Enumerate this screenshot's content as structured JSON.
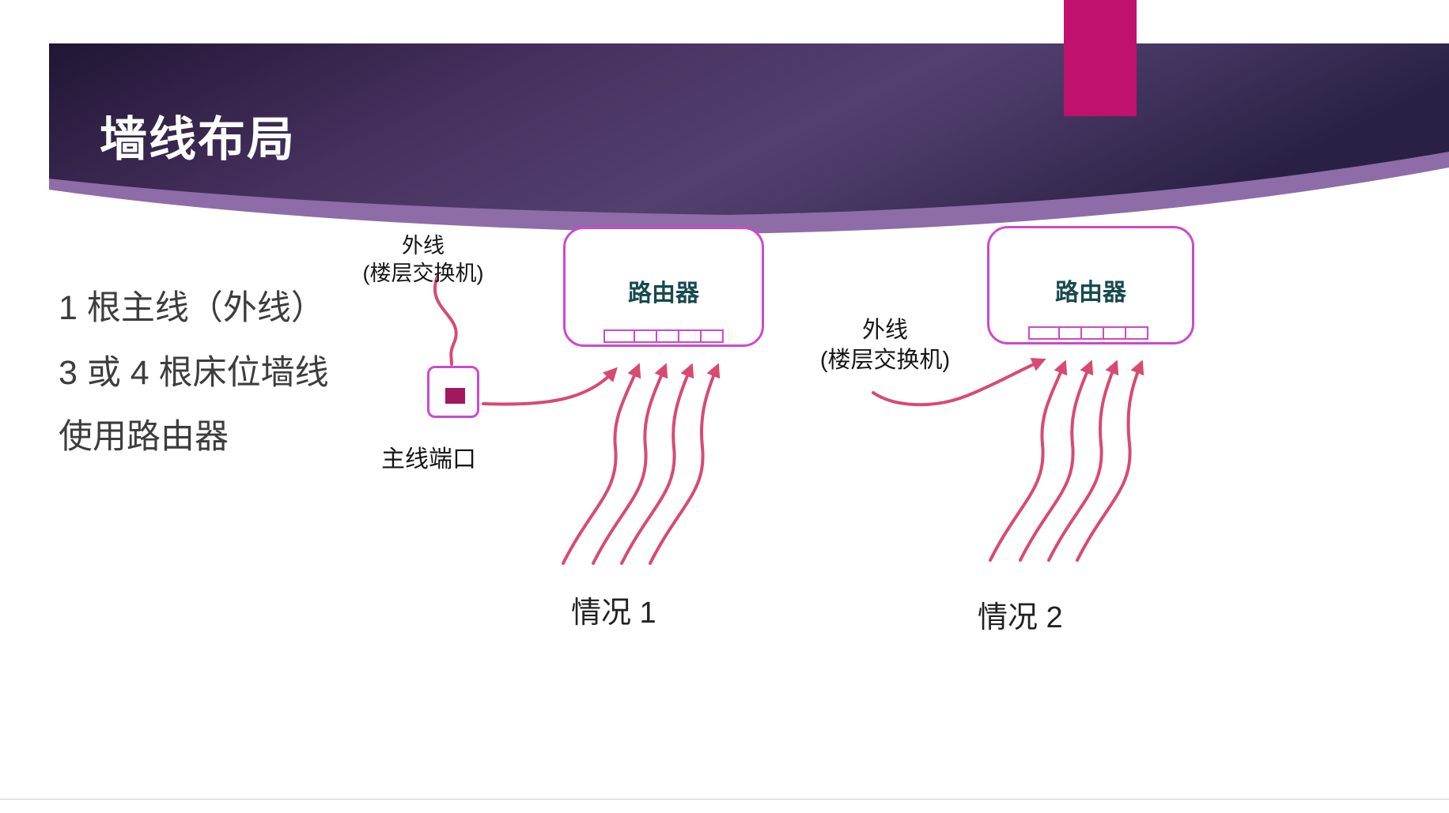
{
  "slide": {
    "title": "墙线布局",
    "bullets": [
      "1 根主线（外线）",
      "3 或 4 根床位墙线",
      "使用路由器"
    ]
  },
  "case1": {
    "external_label": "外线",
    "external_sublabel": "(楼层交换机)",
    "router_label": "路由器",
    "port_label": "主线端口",
    "caption": "情况 1"
  },
  "case2": {
    "external_label": "外线",
    "external_sublabel": "(楼层交换机)",
    "router_label": "路由器",
    "caption": "情况 2"
  },
  "colors": {
    "accent_bar": "#c0116e",
    "arrow": "#d84a72",
    "box_border": "#cb49cf",
    "router_text": "#174a4e",
    "port_marker": "#a3175f",
    "header_light": "#8d6ca8",
    "body_text": "#3d3d3d"
  }
}
